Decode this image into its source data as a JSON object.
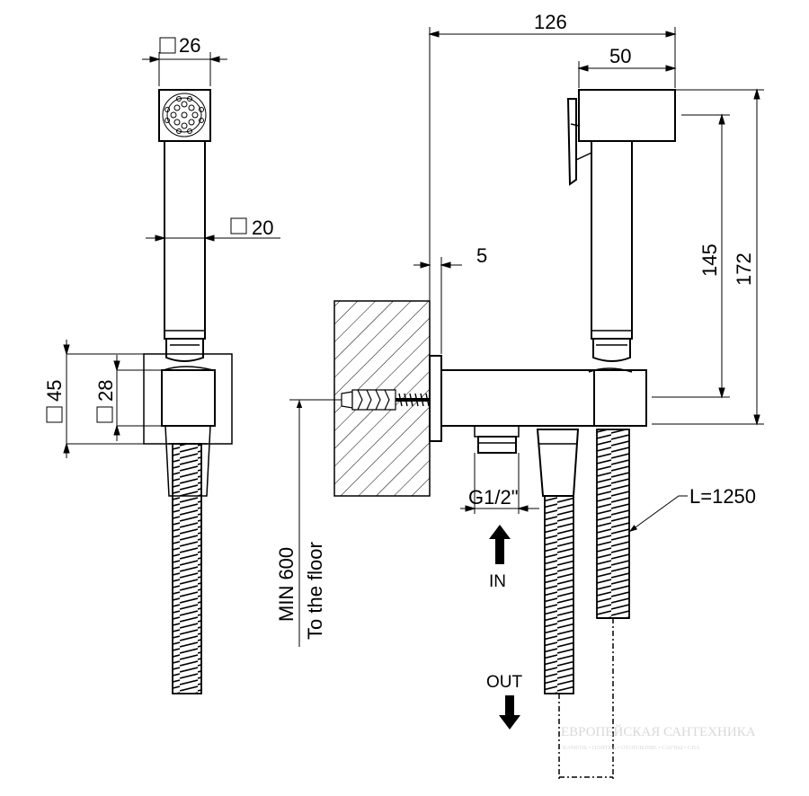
{
  "dims": {
    "head_square": "26",
    "handle_square": "20",
    "holder_outer": "45",
    "holder_inner": "28",
    "overall_width": "126",
    "head_length": "50",
    "wall_gap": "5",
    "height_inner": "145",
    "height_outer": "172",
    "thread": "G1/2\"",
    "hose_length": "L=1250",
    "mount_height_line1": "MIN 600",
    "mount_height_line2": "To the floor"
  },
  "labels": {
    "inlet": "IN",
    "outlet": "OUT"
  },
  "watermark": {
    "title": "ЕВРОПЕЙСКАЯ САНТЕХНИКА",
    "subtitle": "КАМЕНЬ • ПЛИТКА • ОТОПЛЕНИЕ • САУНЫ • СПА"
  },
  "colors": {
    "line": "#000000",
    "watermark": "#d9d9d9"
  }
}
